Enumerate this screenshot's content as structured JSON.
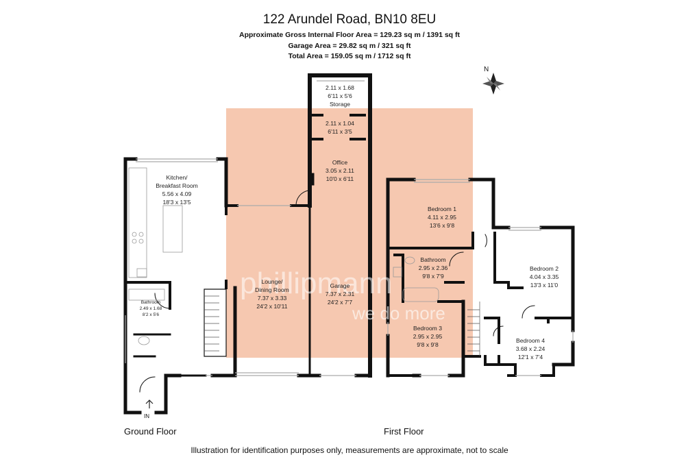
{
  "header": {
    "title": "122 Arundel Road, BN10 8EU",
    "gross_area": "Approximate Gross Internal Floor Area = 129.23 sq m / 1391 sq ft",
    "garage_area": "Garage Area = 29.82 sq m / 321 sq ft",
    "total_area": "Total Area = 159.05 sq m / 1712 sq ft"
  },
  "compass": {
    "label": "N"
  },
  "entrance": {
    "label": "IN"
  },
  "floors": {
    "ground": "Ground Floor",
    "first": "First Floor"
  },
  "rooms": {
    "storage": {
      "line1": "2.11 x 1.68",
      "line2": "6'11 x 5'6",
      "line3": "Storage"
    },
    "store2": {
      "line1": "2.11 x 1.04",
      "line2": "6'11 x 3'5"
    },
    "office": {
      "line1": "Office",
      "line2": "3.05 x 2.11",
      "line3": "10'0 x 6'11"
    },
    "kitchen": {
      "line1": "Kitchen/",
      "line2": "Breakfast Room",
      "line3": "5.56 x 4.09",
      "line4": "18'3 x 13'5"
    },
    "bathroom_g": {
      "line1": "Bathroom",
      "line2": "2.49 x 1.68",
      "line3": "8'2 x 5'6"
    },
    "lounge": {
      "line1": "Lounge/",
      "line2": "Dining Room",
      "line3": "7.37 x 3.33",
      "line4": "24'2 x 10'11"
    },
    "garage": {
      "line1": "Garage",
      "line2": "7.37 x 2.31",
      "line3": "24'2 x 7'7"
    },
    "bedroom1": {
      "line1": "Bedroom 1",
      "line2": "4.11 x 2.95",
      "line3": "13'6 x 9'8"
    },
    "bathroom_f": {
      "line1": "Bathroom",
      "line2": "2.95 x 2.36",
      "line3": "9'8 x 7'9"
    },
    "bedroom2": {
      "line1": "Bedroom 2",
      "line2": "4.04 x 3.35",
      "line3": "13'3 x 11'0"
    },
    "bedroom3": {
      "line1": "Bedroom 3",
      "line2": "2.95 x 2.95",
      "line3": "9'8 x 9'8"
    },
    "bedroom4": {
      "line1": "Bedroom 4",
      "line2": "3.68 x 2.24",
      "line3": "12'1 x 7'4"
    }
  },
  "watermark": {
    "brand": "phillipmann",
    "tagline": "we do more"
  },
  "footer": {
    "disclaimer": "Illustration for identification purposes only, measurements are approximate, not to scale"
  },
  "colors": {
    "wall": "#111111",
    "garage_fill": "#f6c8b0",
    "window": "#bbbbbb"
  }
}
